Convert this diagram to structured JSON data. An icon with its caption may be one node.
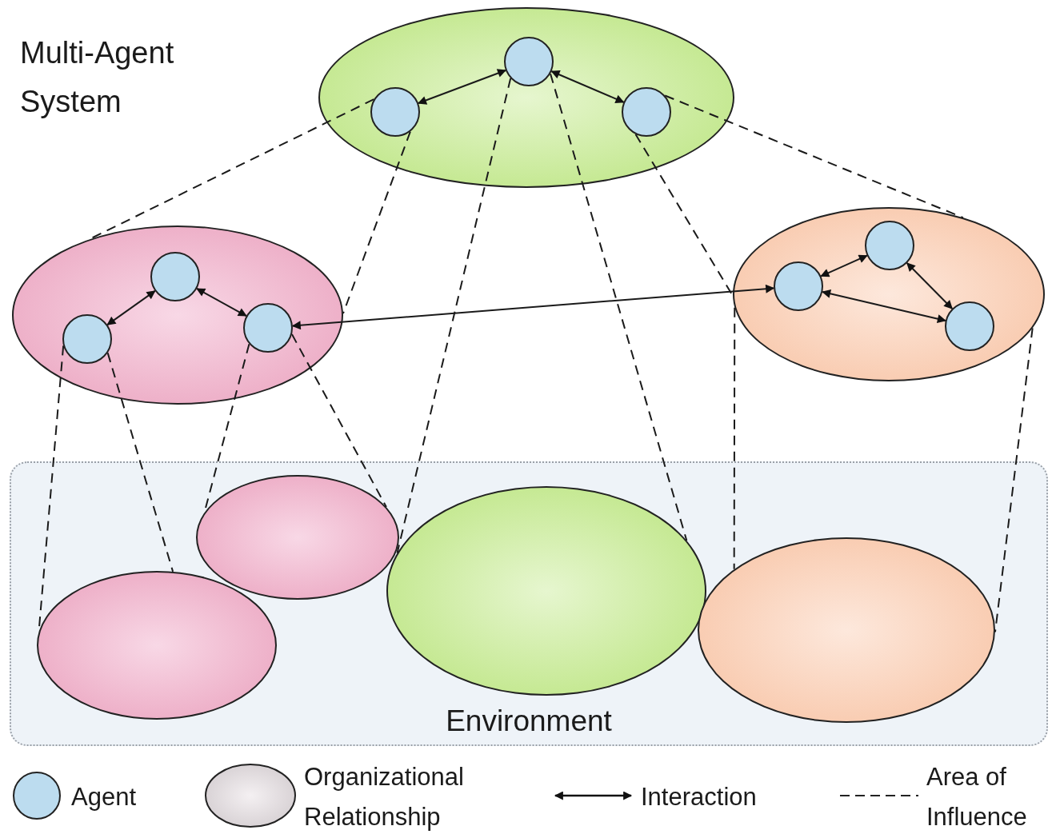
{
  "diagram": {
    "title": "Multi-Agent System",
    "nodes": [
      {
        "text": [],
        "shape": "ellipse"
      },
      {
        "text": [],
        "shape": "circle",
        "in": 0
      },
      {
        "text": [],
        "shape": "circle",
        "in": 0
      },
      {
        "text": [],
        "shape": "circle",
        "in": 0
      },
      {
        "text": [],
        "shape": "ellipse"
      },
      {
        "text": [],
        "shape": "circle",
        "in": 4
      },
      {
        "text": [],
        "shape": "circle",
        "in": 4
      },
      {
        "text": [],
        "shape": "circle",
        "in": 4
      },
      {
        "text": [],
        "shape": "ellipse"
      },
      {
        "text": [],
        "shape": "circle",
        "in": 8
      },
      {
        "text": [],
        "shape": "circle",
        "in": 8
      },
      {
        "text": [],
        "shape": "circle",
        "in": 8
      },
      {
        "text": [
          "Environment"
        ]
      },
      {
        "text": [],
        "shape": "ellipse",
        "in": 12
      },
      {
        "text": [],
        "shape": "ellipse",
        "in": 12
      },
      {
        "text": [],
        "shape": "ellipse",
        "in": 12
      },
      {
        "text": [],
        "shape": "ellipse",
        "in": 12
      }
    ],
    "edges": [
      {
        "from": 1,
        "to": 2,
        "arrow": "both"
      },
      {
        "from": 2,
        "to": 3,
        "arrow": "both"
      },
      {
        "from": 5,
        "to": 6,
        "arrow": "both"
      },
      {
        "from": 6,
        "to": 7,
        "arrow": "both"
      },
      {
        "from": 9,
        "to": 10,
        "arrow": "both"
      },
      {
        "from": 10,
        "to": 11,
        "arrow": "both"
      },
      {
        "from": 9,
        "to": 11,
        "arrow": "both"
      },
      {
        "from": 7,
        "to": 9,
        "arrow": "both"
      },
      {
        "from": 1,
        "to": 4,
        "arrow": "none",
        "style": "dashed"
      },
      {
        "from": 3,
        "to": 8,
        "arrow": "none",
        "style": "dashed"
      },
      {
        "from": 1,
        "to": 4,
        "arrow": "none",
        "style": "dashed"
      },
      {
        "from": 2,
        "to": 15,
        "arrow": "none",
        "style": "dashed"
      },
      {
        "from": 2,
        "to": 15,
        "arrow": "none",
        "style": "dashed"
      },
      {
        "from": 3,
        "to": 8,
        "arrow": "none",
        "style": "dashed"
      },
      {
        "from": 8,
        "to": 16,
        "arrow": "none",
        "style": "dashed"
      },
      {
        "from": 8,
        "to": 16,
        "arrow": "none",
        "style": "dashed"
      },
      {
        "from": 5,
        "to": 14,
        "arrow": "none",
        "style": "dashed"
      },
      {
        "from": 5,
        "to": 14,
        "arrow": "none",
        "style": "dashed"
      },
      {
        "from": 7,
        "to": 13,
        "arrow": "none",
        "style": "dashed"
      },
      {
        "from": 7,
        "to": 13,
        "arrow": "none",
        "style": "dashed"
      }
    ],
    "legend": [
      {
        "text": "Agent"
      },
      {
        "text": "Organizational Relationship"
      },
      {
        "text": "Interaction"
      },
      {
        "text": "Area of Influence"
      }
    ]
  }
}
